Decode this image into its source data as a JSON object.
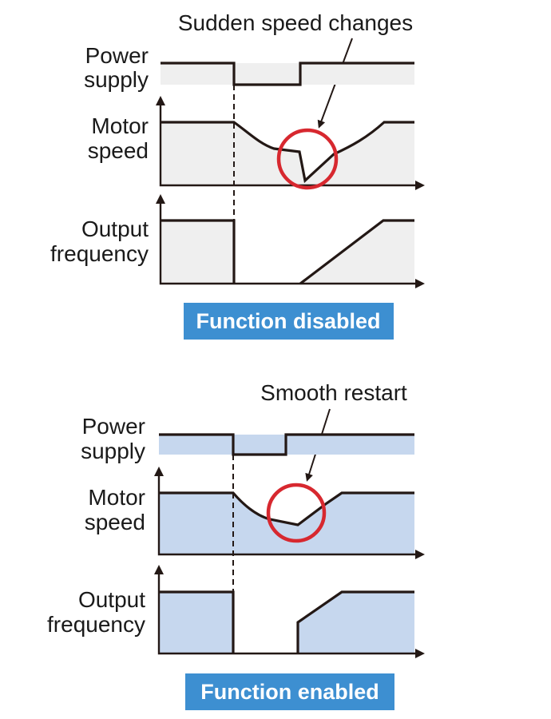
{
  "colors": {
    "disabled_fill": "#efefef",
    "enabled_fill": "#c6d7ee",
    "badge": "#3d8fd1",
    "highlight_circle": "#d7282f",
    "line": "#231815"
  },
  "disabled": {
    "callout": "Sudden speed changes",
    "power_label": [
      "Power",
      "supply"
    ],
    "motor_label": [
      "Motor",
      "speed"
    ],
    "freq_label": [
      "Output",
      "frequency"
    ],
    "badge": "Function disabled"
  },
  "enabled": {
    "callout": "Smooth restart",
    "power_label": [
      "Power",
      "supply"
    ],
    "motor_label": [
      "Motor",
      "speed"
    ],
    "freq_label": [
      "Output",
      "frequency"
    ],
    "badge": "Function enabled"
  }
}
